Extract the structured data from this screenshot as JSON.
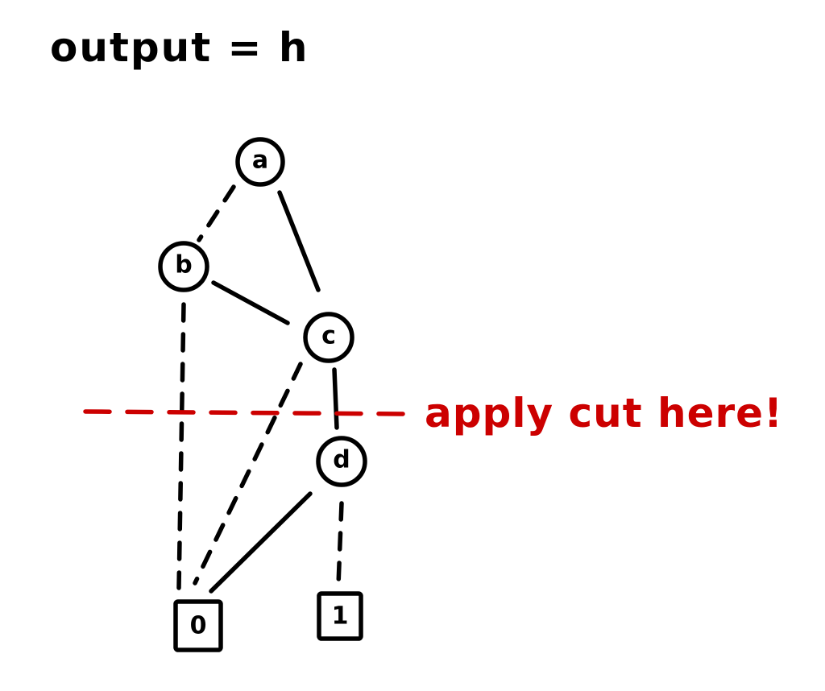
{
  "title": "output = h",
  "colors": {
    "ink": "#000000",
    "cut": "#cc0000",
    "background": "#ffffff"
  },
  "nodes": [
    {
      "id": "a",
      "label": "a",
      "shape": "circle"
    },
    {
      "id": "b",
      "label": "b",
      "shape": "circle"
    },
    {
      "id": "c",
      "label": "c",
      "shape": "circle"
    },
    {
      "id": "d",
      "label": "d",
      "shape": "circle"
    },
    {
      "id": "t0",
      "label": "0",
      "shape": "square"
    },
    {
      "id": "t1",
      "label": "1",
      "shape": "square"
    }
  ],
  "edges": [
    {
      "from": "a",
      "to": "b",
      "style": "dashed"
    },
    {
      "from": "a",
      "to": "c",
      "style": "solid"
    },
    {
      "from": "b",
      "to": "c",
      "style": "solid"
    },
    {
      "from": "b",
      "to": "t0",
      "style": "dashed"
    },
    {
      "from": "c",
      "to": "t0",
      "style": "dashed"
    },
    {
      "from": "c",
      "to": "d",
      "style": "solid"
    },
    {
      "from": "d",
      "to": "t0",
      "style": "solid"
    },
    {
      "from": "d",
      "to": "t1",
      "style": "dashed"
    }
  ],
  "cut": {
    "label": "apply cut here!"
  }
}
